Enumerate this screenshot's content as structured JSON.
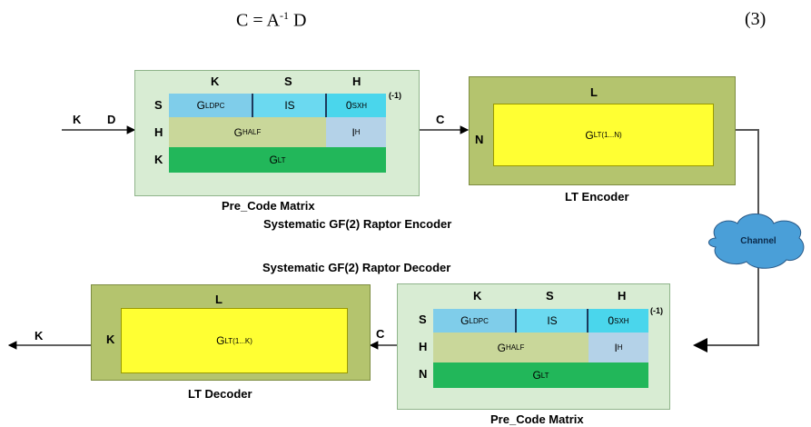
{
  "equation": {
    "lhs": "C = A",
    "exp": "-1",
    "rhs": " D",
    "number": "(3)"
  },
  "encoder": {
    "input_k": "K",
    "input_d": "D",
    "pre_code": {
      "col_labels": [
        "K",
        "S",
        "H"
      ],
      "row_labels": [
        "S",
        "H",
        "K"
      ],
      "ldpc": {
        "base": "G",
        "sub": "LDPC"
      },
      "is": "IS",
      "zero": {
        "base": "0",
        "sub": "SXH"
      },
      "half": {
        "base": "G",
        "sub": "HALF"
      },
      "ih": {
        "base": "I",
        "sub": "H"
      },
      "glt": {
        "base": "G",
        "sub": "LT"
      },
      "inverse": "(-1)",
      "caption": "Pre_Code Matrix"
    },
    "output_c": "C",
    "lt": {
      "col_label": "L",
      "row_label": "N",
      "matrix": {
        "base": "G",
        "sub": "LT(1...N)"
      },
      "caption": "LT Encoder"
    },
    "title": "Systematic GF(2) Raptor Encoder"
  },
  "channel": "Channel",
  "decoder": {
    "title": "Systematic GF(2) Raptor Decoder",
    "pre_code": {
      "col_labels": [
        "K",
        "S",
        "H"
      ],
      "row_labels": [
        "S",
        "H",
        "N"
      ],
      "ldpc": {
        "base": "G",
        "sub": "LDPC"
      },
      "is": "IS",
      "zero": {
        "base": "0",
        "sub": "SXH"
      },
      "half": {
        "base": "G",
        "sub": "HALF"
      },
      "ih": {
        "base": "I",
        "sub": "H"
      },
      "glt": {
        "base": "G",
        "sub": "LT"
      },
      "inverse": "(-1)",
      "caption": "Pre_Code Matrix"
    },
    "output_c": "C",
    "lt": {
      "col_label": "L",
      "row_label": "K",
      "matrix": {
        "base": "G",
        "sub": "LT(1...K)"
      },
      "caption": "LT Decoder"
    },
    "output_k": "K"
  }
}
